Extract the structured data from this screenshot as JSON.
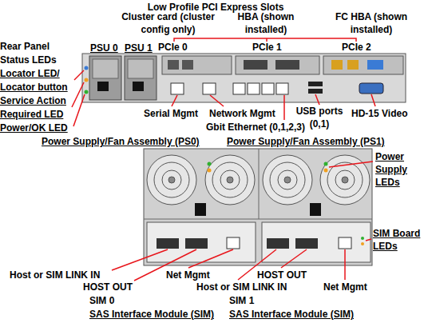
{
  "diagram": {
    "labels": [
      "Low Profile PCI Express Slots",
      "Rear Panel Status LEDs",
      "Locator LED/ Locator button",
      "Service Action Required LED",
      "Power/OK LED",
      "PSU 0",
      "PSU 1",
      "Cluster card (cluster config only)",
      "PCIe 0",
      "HBA (shown installed)",
      "PCIe 1",
      "FC HBA (shown installed)",
      "PCIe 2",
      "Serial Mgmt",
      "Network Mgmt",
      "USB ports (0,1)",
      "HD-15 Video",
      "Gbit Ethernet (0,1,2,3)",
      "Power Supply/Fan Assembly (PS0)",
      "Power Supply/Fan Assembly (PS1)",
      "Power Supply LEDs",
      "SIM Board LEDs",
      "Host or SIM LINK IN",
      "HOST OUT",
      "Net Mgmt",
      "Host or SIM LINK IN",
      "HOST OUT",
      "Net Mgmt",
      "SIM 0",
      "SAS Interface Module (SIM)",
      "SIM 1",
      "SAS Interface Module (SIM)"
    ]
  }
}
